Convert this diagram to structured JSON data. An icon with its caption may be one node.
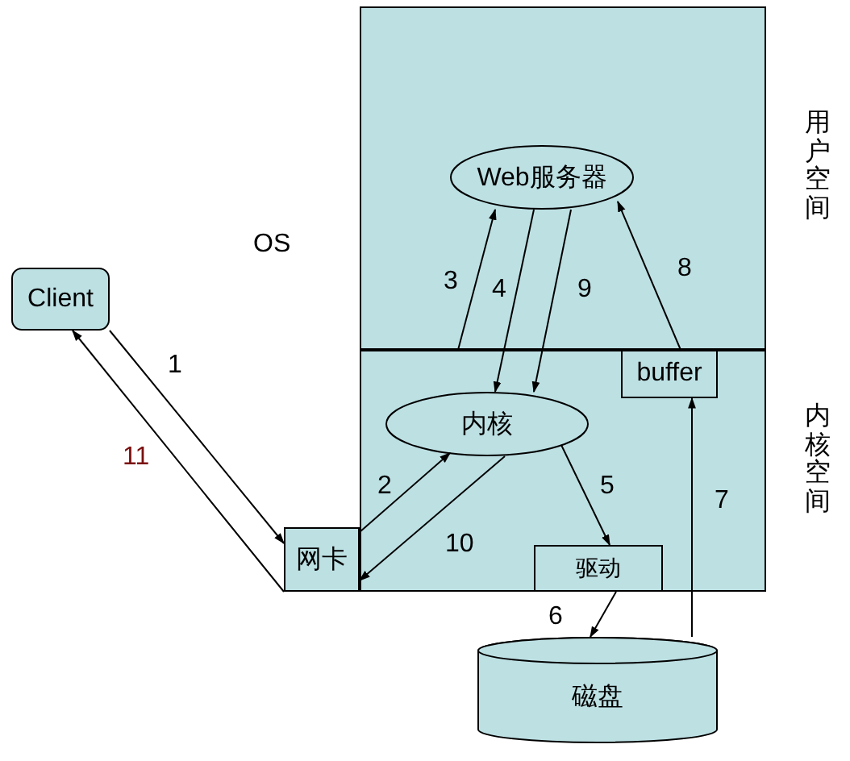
{
  "diagram": {
    "nodes": [
      {
        "text": [
          "Client"
        ]
      },
      {
        "text": [],
        "shape": "box"
      },
      {
        "text": [
          "Web服务器"
        ],
        "in": 1
      },
      {
        "text": [],
        "shape": "box"
      },
      {
        "text": [
          "buffer"
        ],
        "in": 3
      },
      {
        "text": [
          "内核"
        ],
        "in": 3
      },
      {
        "text": [
          "网卡"
        ]
      },
      {
        "text": [
          "驱动"
        ],
        "in": 3
      },
      {
        "text": [
          "磁盘"
        ]
      }
    ],
    "edges": [
      {
        "from": 0,
        "to": 6,
        "arrow": "to",
        "label": "1"
      },
      {
        "from": 6,
        "to": 5,
        "arrow": "to",
        "label": "2"
      },
      {
        "from": 5,
        "to": 2,
        "arrow": "to",
        "label": "3"
      },
      {
        "from": 2,
        "to": 5,
        "arrow": "to",
        "label": "4"
      },
      {
        "from": 5,
        "to": 7,
        "arrow": "to",
        "label": "5"
      },
      {
        "from": 7,
        "to": 8,
        "arrow": "to",
        "label": "6"
      },
      {
        "from": 8,
        "to": 4,
        "arrow": "to",
        "label": "7"
      },
      {
        "from": 4,
        "to": 2,
        "arrow": "to",
        "label": "8"
      },
      {
        "from": 2,
        "to": 5,
        "arrow": "to",
        "label": "9"
      },
      {
        "from": 5,
        "to": 6,
        "arrow": "to",
        "label": "10"
      },
      {
        "from": 6,
        "to": 0,
        "arrow": "to",
        "label": "11"
      }
    ],
    "labels": [
      "OS",
      "用户空间",
      "内核空间"
    ]
  }
}
